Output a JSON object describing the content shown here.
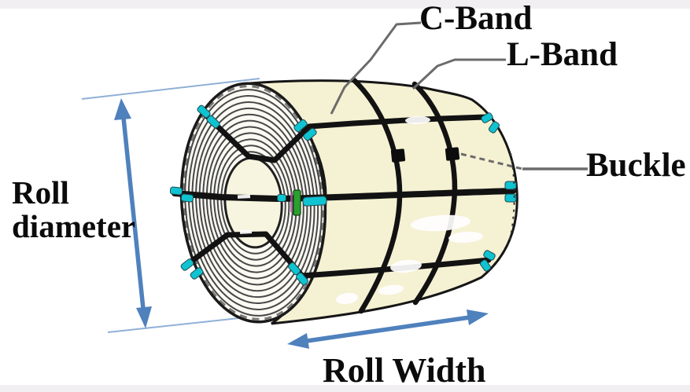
{
  "figure": {
    "labels": {
      "c_band": "C-Band",
      "l_band": "L-Band",
      "buckle": "Buckle",
      "roll_diameter": "Roll diameter",
      "roll_width": "Roll Width"
    },
    "colors": {
      "arrow_blue": "#4f81bd",
      "extension_line_blue": "#8fb0d6",
      "leader_gray": "#6b6b6b",
      "body_cream": "#f5f1d3",
      "eye_cream": "#f7f4df",
      "rings_white": "#fbfaf3",
      "band_black": "#121212",
      "clip_cyan": "#10c3d1",
      "clip_green": "#2aa12e",
      "buckle_black": "#0c0c0c",
      "text_black": "#0b0b0b",
      "background_white": "#ffffff",
      "edge_strip_gray": "#f1eff2"
    }
  }
}
